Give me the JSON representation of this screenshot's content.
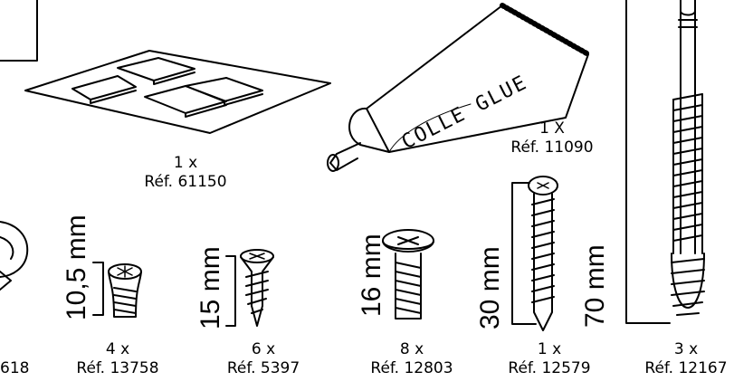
{
  "parts": [
    {
      "id": "pads",
      "qty": "1 x",
      "ref": "Réf. 61150"
    },
    {
      "id": "glue",
      "qty": "1 X",
      "ref": "Réf. 11090",
      "tube_text": "COLLE GLUE"
    },
    {
      "id": "cam-partial",
      "qty": "",
      "ref": "618"
    },
    {
      "id": "screw-10-5",
      "qty": "4 x",
      "ref": "Réf. 13758",
      "length": "10,5 mm"
    },
    {
      "id": "screw-15",
      "qty": "6 x",
      "ref": "Réf. 5397",
      "length": "15 mm"
    },
    {
      "id": "screw-16",
      "qty": "8 x",
      "ref": "Réf. 12803",
      "length": "16 mm"
    },
    {
      "id": "screw-30",
      "qty": "1 x",
      "ref": "Réf. 12579",
      "length": "30 mm"
    },
    {
      "id": "screw-70",
      "qty": "3 x",
      "ref": "Réf. 12167",
      "length": "70 mm"
    }
  ]
}
